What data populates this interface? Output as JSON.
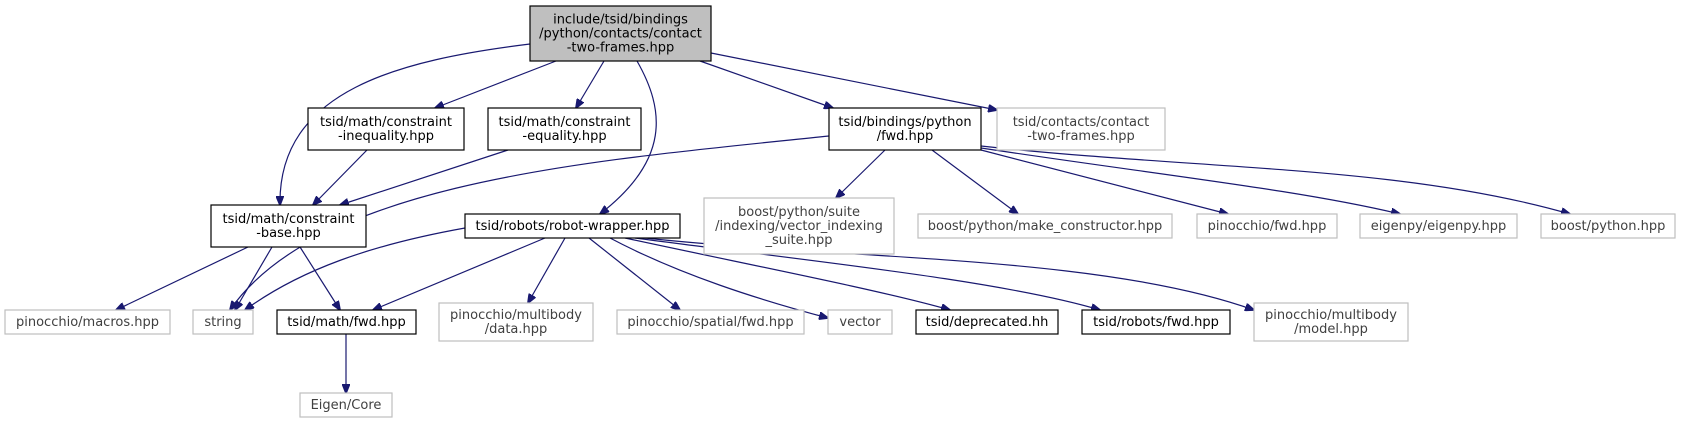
{
  "nodes": {
    "root": {
      "lines": [
        "include/tsid/bindings",
        "/python/contacts/contact",
        "-two-frames.hpp"
      ]
    },
    "constraint_ineq": {
      "lines": [
        "tsid/math/constraint",
        "-inequality.hpp"
      ]
    },
    "constraint_eq": {
      "lines": [
        "tsid/math/constraint",
        "-equality.hpp"
      ]
    },
    "bindings_fwd": {
      "lines": [
        "tsid/bindings/python",
        "/fwd.hpp"
      ]
    },
    "contacts_two_frames": {
      "lines": [
        "tsid/contacts/contact",
        "-two-frames.hpp"
      ]
    },
    "constraint_base": {
      "lines": [
        "tsid/math/constraint",
        "-base.hpp"
      ]
    },
    "robot_wrapper": {
      "lines": [
        "tsid/robots/robot-wrapper.hpp"
      ]
    },
    "vector_indexing": {
      "lines": [
        "boost/python/suite",
        "/indexing/vector_indexing",
        "_suite.hpp"
      ]
    },
    "make_constructor": {
      "lines": [
        "boost/python/make_constructor.hpp"
      ]
    },
    "pinocchio_fwd": {
      "lines": [
        "pinocchio/fwd.hpp"
      ]
    },
    "eigenpy": {
      "lines": [
        "eigenpy/eigenpy.hpp"
      ]
    },
    "boost_python": {
      "lines": [
        "boost/python.hpp"
      ]
    },
    "pinocchio_macros": {
      "lines": [
        "pinocchio/macros.hpp"
      ]
    },
    "string": {
      "lines": [
        "string"
      ]
    },
    "math_fwd": {
      "lines": [
        "tsid/math/fwd.hpp"
      ]
    },
    "multibody_data": {
      "lines": [
        "pinocchio/multibody",
        "/data.hpp"
      ]
    },
    "spatial_fwd": {
      "lines": [
        "pinocchio/spatial/fwd.hpp"
      ]
    },
    "vector": {
      "lines": [
        "vector"
      ]
    },
    "deprecated": {
      "lines": [
        "tsid/deprecated.hh"
      ]
    },
    "robots_fwd": {
      "lines": [
        "tsid/robots/fwd.hpp"
      ]
    },
    "multibody_model": {
      "lines": [
        "pinocchio/multibody",
        "/model.hpp"
      ]
    },
    "eigen_core": {
      "lines": [
        "Eigen/Core"
      ]
    }
  },
  "colors": {
    "edge": "#191970",
    "root_fill": "#bfbfbf",
    "external_border": "#bfbfbf",
    "documented_border": "#000000"
  }
}
